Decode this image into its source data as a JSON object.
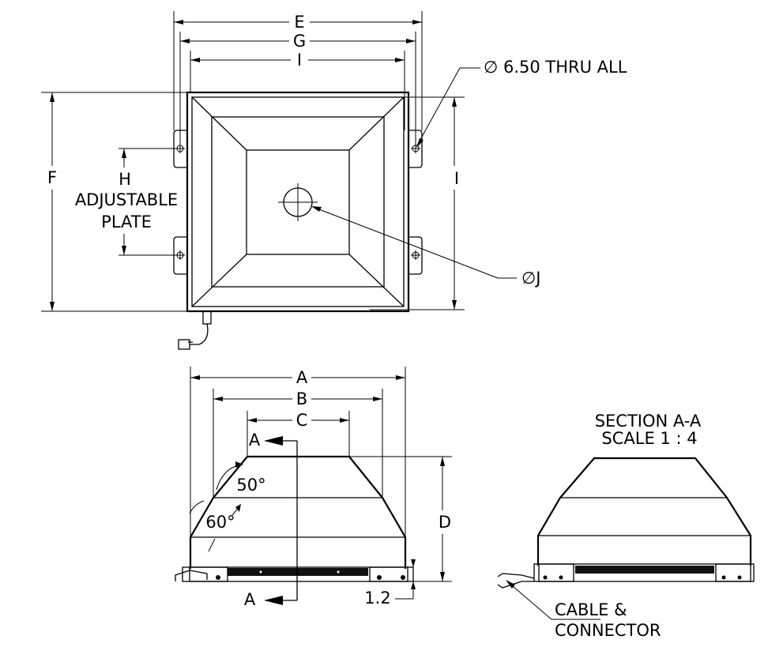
{
  "labels": {
    "dim_e": "E",
    "dim_g": "G",
    "dim_i_top": "I",
    "dim_i_side": "I",
    "dim_f": "F",
    "dim_h": "H",
    "adjustable_line1": "ADJUSTABLE",
    "adjustable_line2": "PLATE",
    "hole_callout": "∅ 6.50 THRU ALL",
    "dia_j": "∅J",
    "dim_a": "A",
    "dim_b": "B",
    "dim_c": "C",
    "dim_d": "D",
    "dim_1_2": "1.2",
    "angle_50": "50°",
    "angle_60": "60°",
    "section_a_top": "A",
    "section_a_bottom": "A",
    "section_title": "SECTION A-A",
    "section_scale": "SCALE 1 : 4",
    "cable_line1": "CABLE &",
    "cable_line2": "CONNECTOR"
  }
}
